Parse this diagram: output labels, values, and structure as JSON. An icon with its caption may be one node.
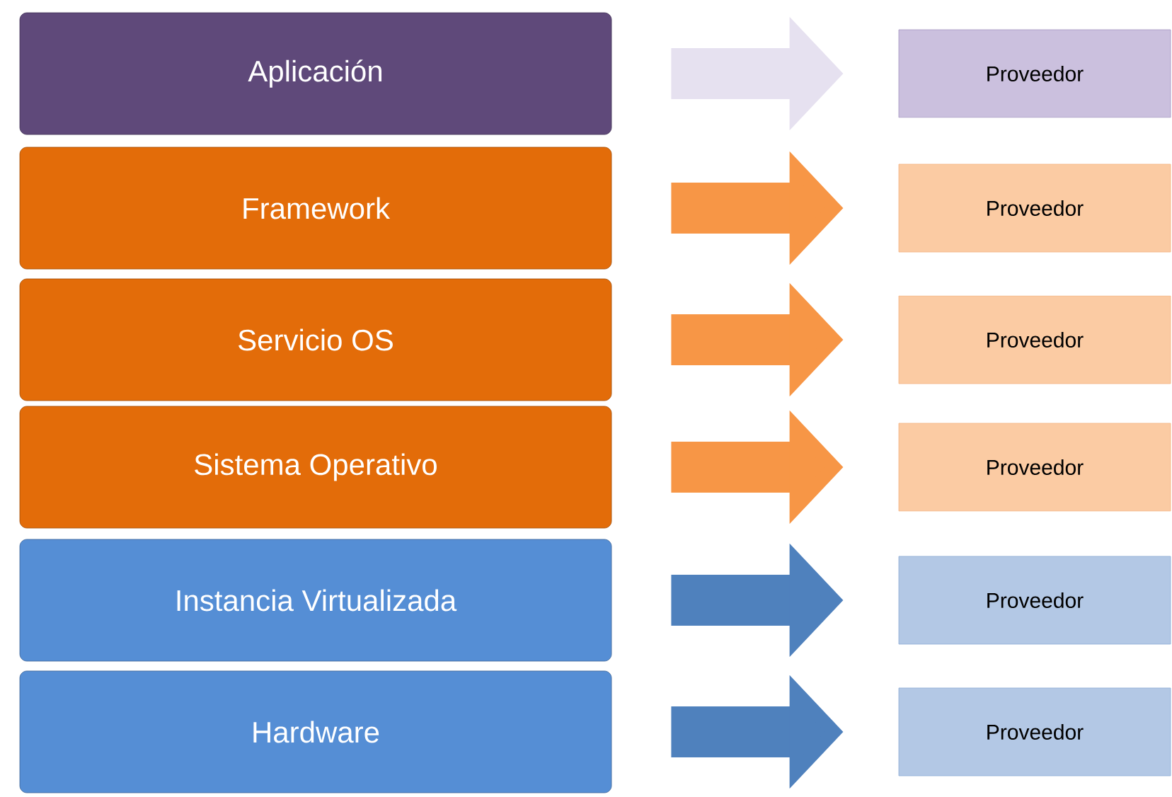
{
  "diagram": {
    "nodes": [
      {
        "text": [
          "Aplicación"
        ]
      },
      {
        "text": [
          "Framework"
        ]
      },
      {
        "text": [
          "Servicio OS"
        ]
      },
      {
        "text": [
          "Sistema Operativo"
        ]
      },
      {
        "text": [
          "Instancia Virtualizada"
        ]
      },
      {
        "text": [
          "Hardware"
        ]
      },
      {
        "text": [
          "Proveedor"
        ]
      },
      {
        "text": [
          "Proveedor"
        ]
      },
      {
        "text": [
          "Proveedor"
        ]
      },
      {
        "text": [
          "Proveedor"
        ]
      },
      {
        "text": [
          "Proveedor"
        ]
      },
      {
        "text": [
          "Proveedor"
        ]
      }
    ],
    "edges": [
      {
        "from": 0,
        "to": 6,
        "arrow": "to",
        "color": "#e6e1f0"
      },
      {
        "from": 1,
        "to": 7,
        "arrow": "to",
        "color": "#f79646"
      },
      {
        "from": 2,
        "to": 8,
        "arrow": "to",
        "color": "#f79646"
      },
      {
        "from": 3,
        "to": 9,
        "arrow": "to",
        "color": "#f79646"
      },
      {
        "from": 4,
        "to": 10,
        "arrow": "to",
        "color": "#4f81bd"
      },
      {
        "from": 5,
        "to": 11,
        "arrow": "to",
        "color": "#4f81bd"
      }
    ]
  }
}
